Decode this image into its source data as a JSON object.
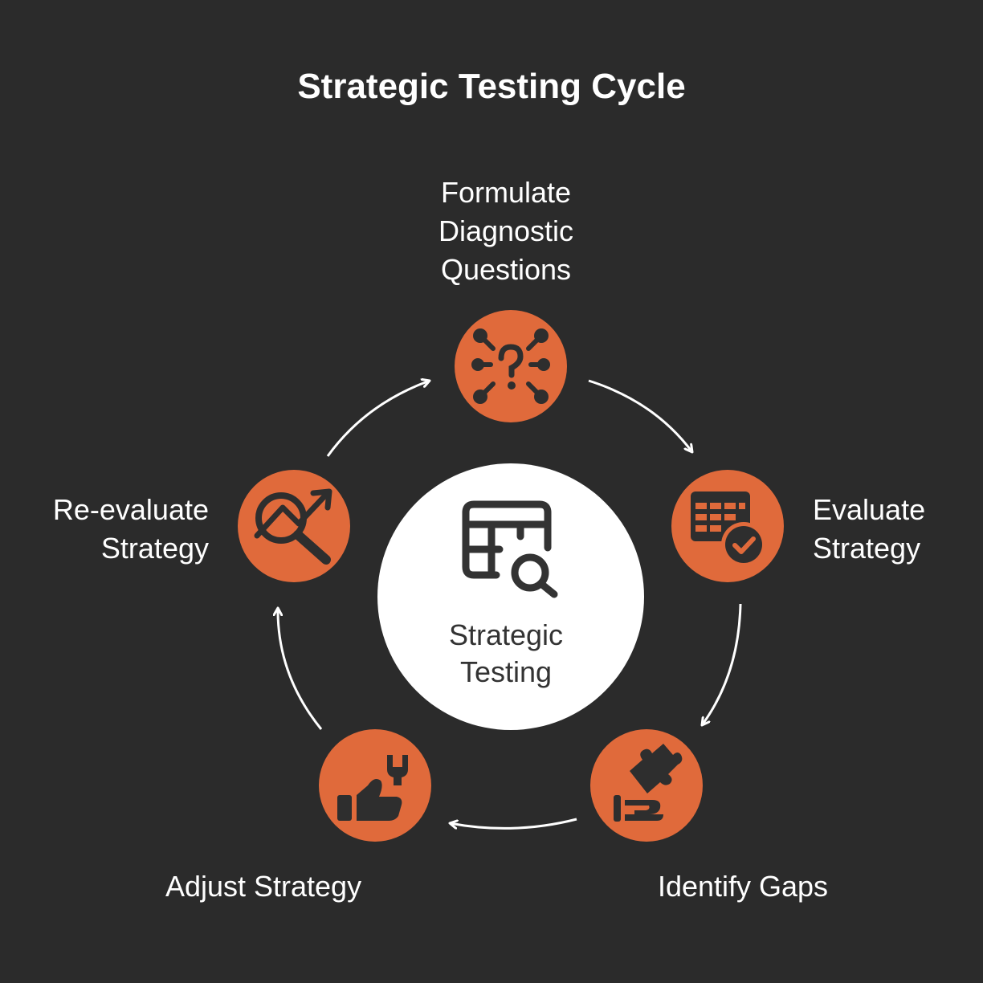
{
  "title": "Strategic Testing Cycle",
  "center": {
    "lines": [
      "Strategic",
      "Testing"
    ],
    "icon": "table-search-icon"
  },
  "steps": [
    {
      "lines": [
        "Formulate",
        "Diagnostic",
        "Questions"
      ],
      "icon": "question-network-icon"
    },
    {
      "lines": [
        "Evaluate",
        "Strategy"
      ],
      "icon": "table-check-icon"
    },
    {
      "lines": [
        "Identify Gaps"
      ],
      "icon": "hand-puzzle-icon"
    },
    {
      "lines": [
        "Adjust Strategy"
      ],
      "icon": "thumbs-up-wrench-icon"
    },
    {
      "lines": [
        "Re-evaluate",
        "Strategy"
      ],
      "icon": "trend-magnifier-icon"
    }
  ],
  "colors": {
    "background": "#2b2b2b",
    "accent": "#e06a3b",
    "center_fill": "#ffffff",
    "icon_dark": "#333333",
    "text": "#ffffff"
  }
}
